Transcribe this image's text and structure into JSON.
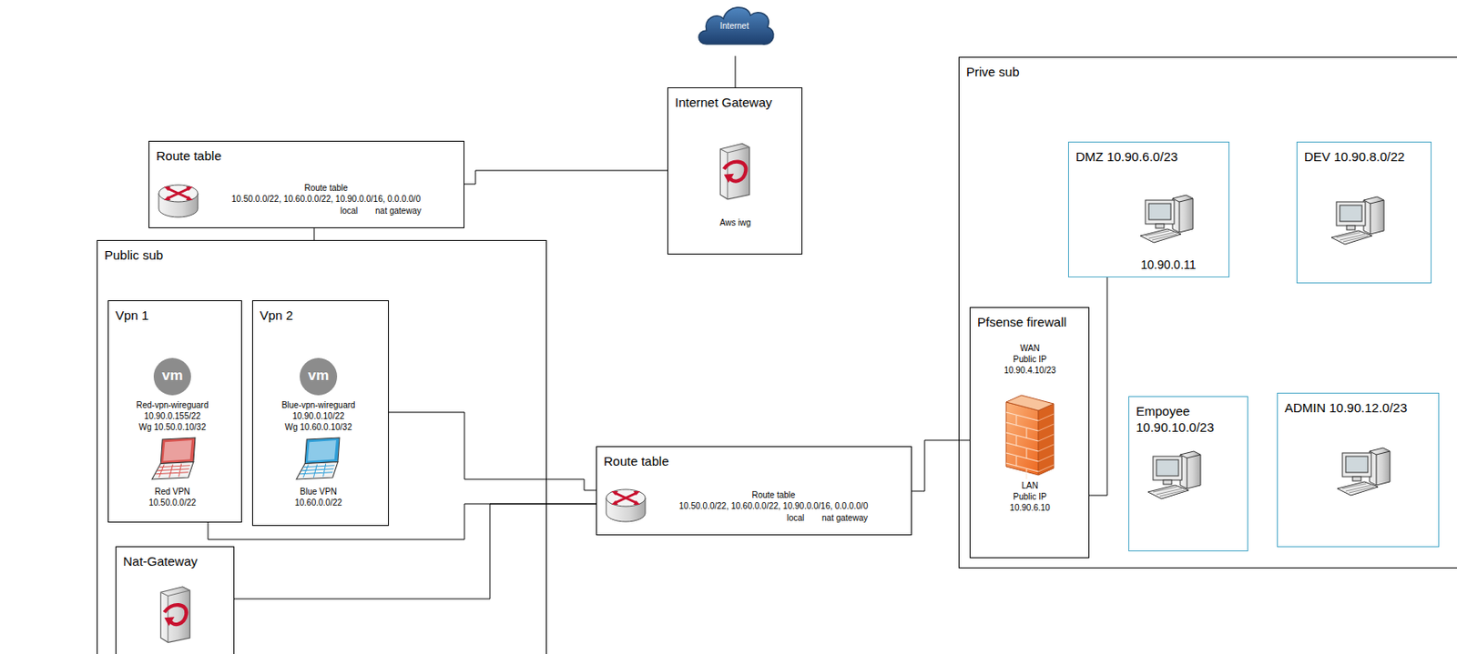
{
  "diagram": {
    "nodes": [
      {
        "text": [
          "Internet"
        ]
      },
      {
        "text": [
          "Internet Gateway",
          "Aws iwg"
        ]
      },
      {
        "text": [
          "Route table",
          "Route table",
          "10.50.0.0/22, 10.60.0.0/22, 10.90.0.0/16, 0.0.0.0/0",
          "local",
          "nat gateway"
        ]
      },
      {
        "text": [
          "Public sub"
        ]
      },
      {
        "text": [
          "Vpn 1",
          "vm",
          "Red-vpn-wireguard",
          "10.90.0.155/22",
          "Wg 10.50.0.10/32",
          "Red VPN",
          "10.50.0.0/22"
        ],
        "in": 3
      },
      {
        "text": [
          "Vpn 2",
          "vm",
          "Blue-vpn-wireguard",
          "10.90.0.10/22",
          "Wg 10.60.0.10/32",
          "Blue VPN",
          "10.60.0.0/22"
        ],
        "in": 3
      },
      {
        "text": [
          "Nat-Gateway"
        ],
        "in": 3
      },
      {
        "text": [
          "Route table",
          "Route table",
          "10.50.0.0/22, 10.60.0.0/22, 10.90.0.0/16, 0.0.0.0/0",
          "local",
          "nat gateway"
        ]
      },
      {
        "text": [
          "Prive sub"
        ]
      },
      {
        "text": [
          "DMZ 10.90.6.0/23",
          "10.90.0.11"
        ],
        "in": 8
      },
      {
        "text": [
          "DEV 10.90.8.0/22"
        ],
        "in": 8
      },
      {
        "text": [
          "Pfsense firewall",
          "WAN",
          "Public IP",
          "10.90.4.10/23",
          "LAN",
          "Public IP",
          "10.90.6.10"
        ],
        "in": 8
      },
      {
        "text": [
          "Empoyee",
          "10.90.10.0/23"
        ],
        "in": 8
      },
      {
        "text": [
          "ADMIN 10.90.12.0/23"
        ],
        "in": 8
      }
    ],
    "edges": [
      {
        "from": 0,
        "to": 1,
        "arrow": "none"
      },
      {
        "from": 1,
        "to": 2,
        "arrow": "none"
      },
      {
        "from": 2,
        "to": 3,
        "arrow": "none"
      },
      {
        "from": 5,
        "to": 7,
        "arrow": "none"
      },
      {
        "from": 4,
        "to": 7,
        "arrow": "none"
      },
      {
        "from": 6,
        "to": 7,
        "arrow": "none"
      },
      {
        "from": 7,
        "to": 11,
        "arrow": "none"
      },
      {
        "from": 11,
        "to": 9,
        "arrow": "none"
      }
    ]
  }
}
